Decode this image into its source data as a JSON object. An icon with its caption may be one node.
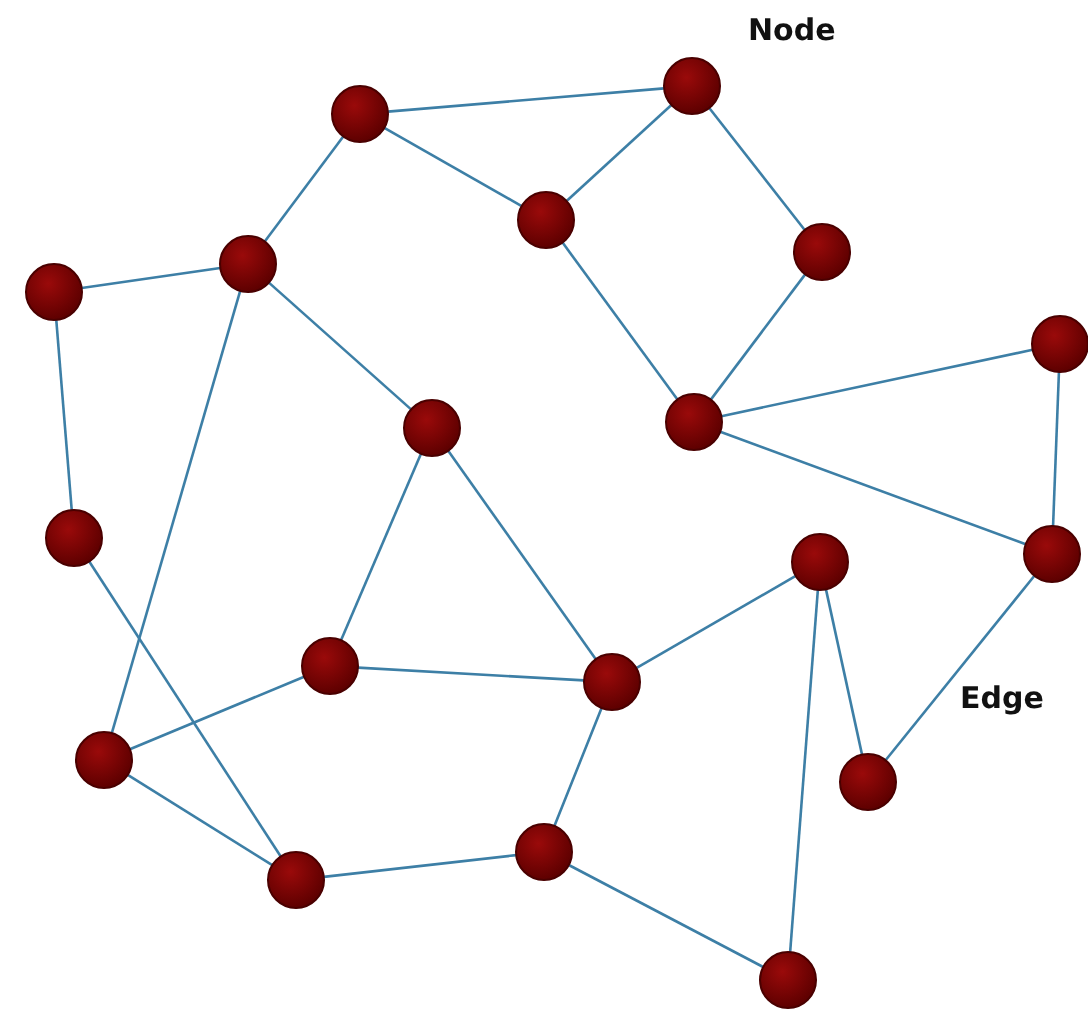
{
  "diagram": {
    "nodes": [
      {
        "text": [],
        "shape": "circle"
      },
      {
        "text": [],
        "shape": "circle"
      },
      {
        "text": [],
        "shape": "circle"
      },
      {
        "text": [],
        "shape": "circle"
      },
      {
        "text": [],
        "shape": "circle"
      },
      {
        "text": [],
        "shape": "circle"
      },
      {
        "text": [],
        "shape": "circle"
      },
      {
        "text": [],
        "shape": "circle"
      },
      {
        "text": [],
        "shape": "circle"
      },
      {
        "text": [],
        "shape": "circle"
      },
      {
        "text": [],
        "shape": "circle"
      },
      {
        "text": [],
        "shape": "circle"
      },
      {
        "text": [],
        "shape": "circle"
      },
      {
        "text": [],
        "shape": "circle"
      },
      {
        "text": [],
        "shape": "circle"
      },
      {
        "text": [],
        "shape": "circle"
      },
      {
        "text": [],
        "shape": "circle"
      },
      {
        "text": [],
        "shape": "circle"
      },
      {
        "text": [],
        "shape": "circle"
      }
    ],
    "edges": [
      {
        "from": 0,
        "to": 1,
        "arrow": "none"
      },
      {
        "from": 0,
        "to": 2,
        "arrow": "none"
      },
      {
        "from": 0,
        "to": 4,
        "arrow": "none"
      },
      {
        "from": 1,
        "to": 2,
        "arrow": "none"
      },
      {
        "from": 1,
        "to": 3,
        "arrow": "none"
      },
      {
        "from": 2,
        "to": 7,
        "arrow": "none"
      },
      {
        "from": 3,
        "to": 7,
        "arrow": "none"
      },
      {
        "from": 4,
        "to": 5,
        "arrow": "none"
      },
      {
        "from": 4,
        "to": 8,
        "arrow": "none"
      },
      {
        "from": 4,
        "to": 14,
        "arrow": "none"
      },
      {
        "from": 5,
        "to": 9,
        "arrow": "none"
      },
      {
        "from": 7,
        "to": 6,
        "arrow": "none"
      },
      {
        "from": 7,
        "to": 11,
        "arrow": "none"
      },
      {
        "from": 6,
        "to": 11,
        "arrow": "none"
      },
      {
        "from": 8,
        "to": 12,
        "arrow": "none"
      },
      {
        "from": 8,
        "to": 13,
        "arrow": "none"
      },
      {
        "from": 12,
        "to": 13,
        "arrow": "none"
      },
      {
        "from": 9,
        "to": 16,
        "arrow": "none"
      },
      {
        "from": 12,
        "to": 14,
        "arrow": "none"
      },
      {
        "from": 14,
        "to": 16,
        "arrow": "none"
      },
      {
        "from": 16,
        "to": 17,
        "arrow": "none"
      },
      {
        "from": 17,
        "to": 13,
        "arrow": "none"
      },
      {
        "from": 13,
        "to": 10,
        "arrow": "none"
      },
      {
        "from": 17,
        "to": 18,
        "arrow": "none"
      },
      {
        "from": 10,
        "to": 18,
        "arrow": "none"
      },
      {
        "from": 10,
        "to": 15,
        "arrow": "none"
      },
      {
        "from": 15,
        "to": 11,
        "arrow": "none"
      }
    ],
    "labels": [
      "Node",
      "Edge"
    ]
  }
}
